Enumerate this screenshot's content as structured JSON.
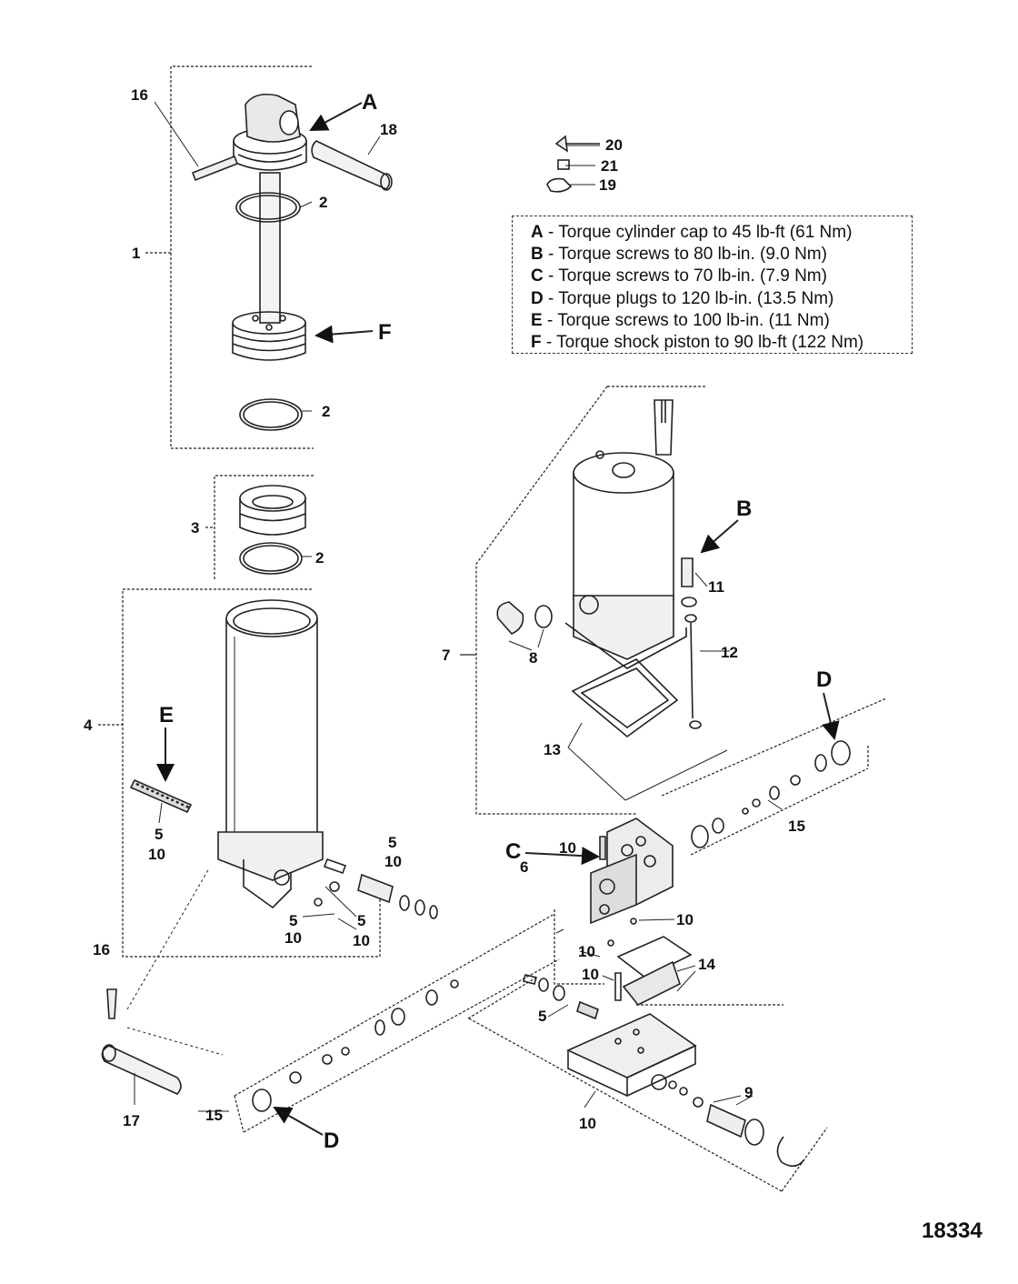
{
  "legend": [
    {
      "key": "A",
      "text": "Torque cylinder cap to 45 lb-ft (61 Nm)"
    },
    {
      "key": "B",
      "text": "Torque screws to 80 lb-in. (9.0 Nm)"
    },
    {
      "key": "C",
      "text": "Torque screws to 70 lb-in. (7.9 Nm)"
    },
    {
      "key": "D",
      "text": "Torque plugs to 120 lb-in. (13.5 Nm)"
    },
    {
      "key": "E",
      "text": "Torque screws to 100 lb-in. (11 Nm)"
    },
    {
      "key": "F",
      "text": "Torque shock piston to 90 lb-ft (122 Nm)"
    }
  ],
  "legend_separator": " - ",
  "figure_number": "18334",
  "callouts": {
    "n1": "1",
    "n2": "2",
    "n3": "3",
    "n4": "4",
    "n5": "5",
    "n6": "6",
    "n7": "7",
    "n8": "8",
    "n9": "9",
    "n10": "10",
    "n11": "11",
    "n12": "12",
    "n13": "13",
    "n14": "14",
    "n15": "15",
    "n16": "16",
    "n17": "17",
    "n18": "18",
    "n19": "19",
    "n20": "20",
    "n21": "21",
    "A": "A",
    "B": "B",
    "C": "C",
    "D": "D",
    "E": "E",
    "F": "F"
  }
}
